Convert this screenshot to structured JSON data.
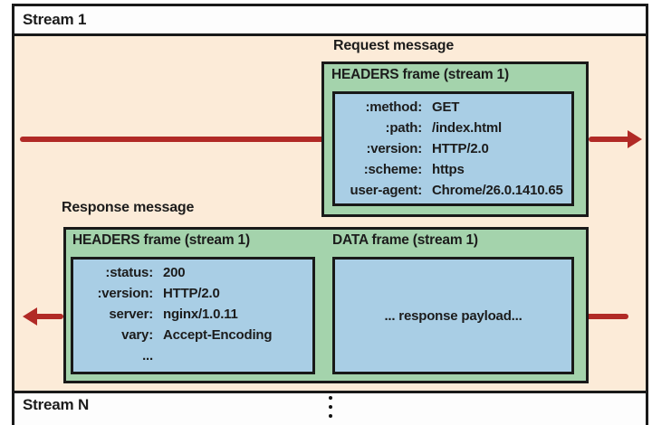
{
  "streams": {
    "top_label": "Stream 1",
    "bottom_label": "Stream N"
  },
  "request": {
    "section_label": "Request message",
    "frame": {
      "label": "HEADERS frame (stream 1)",
      "headers": [
        {
          "key": ":method:",
          "value": "GET"
        },
        {
          "key": ":path:",
          "value": "/index.html"
        },
        {
          "key": ":version:",
          "value": "HTTP/2.0"
        },
        {
          "key": ":scheme:",
          "value": "https"
        },
        {
          "key": "user-agent:",
          "value": "Chrome/26.0.1410.65"
        }
      ]
    }
  },
  "response": {
    "section_label": "Response message",
    "headers_frame": {
      "label": "HEADERS frame (stream 1)",
      "headers": [
        {
          "key": ":status:",
          "value": "200"
        },
        {
          "key": ":version:",
          "value": "HTTP/2.0"
        },
        {
          "key": "server:",
          "value": "nginx/1.0.11"
        },
        {
          "key": "vary:",
          "value": "Accept-Encoding"
        },
        {
          "key": "...",
          "value": ""
        }
      ]
    },
    "data_frame": {
      "label": "DATA frame (stream 1)",
      "payload": "... response payload..."
    }
  },
  "icons": {
    "request_flow": "right-arrow",
    "response_flow": "left-arrow",
    "more_streams": "vertical-ellipsis"
  },
  "colors": {
    "background_peach": "#fcebd8",
    "frame_green": "#a4d3ac",
    "payload_blue": "#a9cee5",
    "arrow_red": "#b12a26",
    "border_black": "#191919",
    "band_white": "#fdfdfd"
  }
}
